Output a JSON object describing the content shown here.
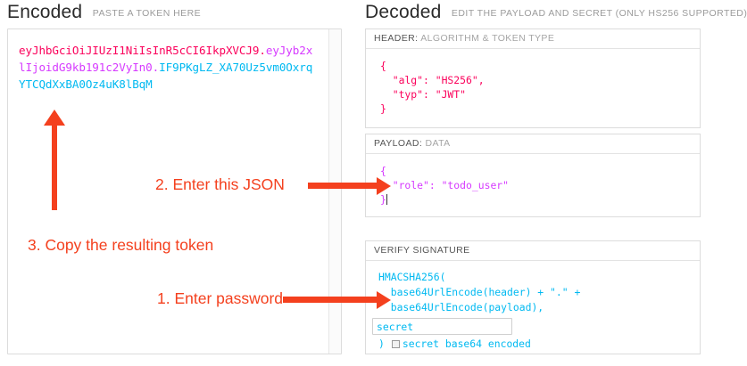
{
  "encoded": {
    "title": "Encoded",
    "subtitle": "PASTE A TOKEN HERE",
    "token": {
      "header_segment": "eyJhbGciOiJIUzI1NiIsInR5cCI6IkpXVCJ9",
      "dot1": ".",
      "payload_segment": "eyJyb2xlIjoidG9kb191c2VyIn0",
      "dot2": ".",
      "signature_segment": "IF9PKgLZ_XA70Uz5vm0OxrqYTCQdXxBA0Oz4uK8lBqM",
      "full": "eyJhbGciOiJIUzI1NiIsInR5cCI6IkpXVCJ9.eyJyb2xlIjoidG9kb191c2VyIn0.IF9PKgLZ_XA70Uz5vm0OxrqYTCQdXxBA0Oz4uK8lBqM"
    },
    "colors": {
      "header": "#fb015b",
      "payload": "#d63aff",
      "signature": "#00b9f1"
    }
  },
  "decoded": {
    "title": "Decoded",
    "subtitle": "EDIT THE PAYLOAD AND SECRET (ONLY HS256 SUPPORTED)",
    "header_section": {
      "label_strong": "HEADER:",
      "label_dim": "ALGORITHM & TOKEN TYPE",
      "body": "{\n  \"alg\": \"HS256\",\n  \"typ\": \"JWT\"\n}"
    },
    "payload_section": {
      "label_strong": "PAYLOAD:",
      "label_dim": "DATA",
      "body_line1": "{",
      "body_line2": "  \"role\": \"todo_user\"",
      "body_line3": "}"
    },
    "verify_section": {
      "label_strong": "VERIFY SIGNATURE",
      "label_dim": "",
      "line1": "HMACSHA256(",
      "line2": "  base64UrlEncode(header) + \".\" +",
      "line3": "  base64UrlEncode(payload),",
      "secret_value": "secret",
      "secret_placeholder": "secret",
      "closing_paren": ")",
      "base64_label": "secret base64 encoded",
      "base64_checked": false
    }
  },
  "annotations": {
    "step1": "1. Enter password",
    "step2": "2. Enter this JSON",
    "step3": "3. Copy the resulting token",
    "color": "#f4401e"
  }
}
